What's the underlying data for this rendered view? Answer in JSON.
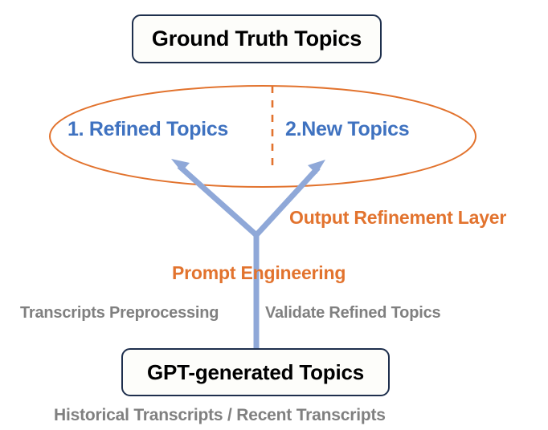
{
  "diagram": {
    "title_node": {
      "label": "Ground Truth Topics"
    },
    "source_node": {
      "label": "GPT-generated Topics"
    },
    "ellipse": {
      "name": "output-categories-ellipse",
      "left_label": "1. Refined Topics",
      "right_label": "2.New Topics",
      "divider": "dashed-vertical-divider"
    },
    "annotations": {
      "output_refinement_layer": "Output Refinement Layer",
      "prompt_engineering": "Prompt Engineering",
      "transcripts_preprocessing": "Transcripts Preprocessing",
      "validate_refined_topics": "Validate Refined Topics",
      "historical_recent_transcripts": "Historical Transcripts / Recent Transcripts"
    },
    "connectors": {
      "stem": "vertical-stem-arrow",
      "left_branch": "branch-arrow-to-refined-topics",
      "right_branch": "branch-arrow-to-new-topics"
    },
    "colors": {
      "box_border": "#1e2f4d",
      "box_fill": "#fdfdfa",
      "box_text": "#000000",
      "ellipse_stroke": "#e2732e",
      "ellipse_text": "#3f72c0",
      "orange_text": "#e2732e",
      "gray_text": "#808080",
      "arrow": "#8fa8d8",
      "background": "#ffffff"
    }
  }
}
